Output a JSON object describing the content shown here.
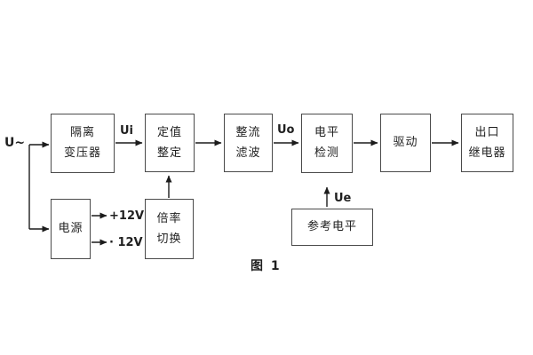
{
  "figure": {
    "caption": "图 1",
    "colors": {
      "background": "#ffffff",
      "box_border": "#4a4a4a",
      "line": "#1c1c1c",
      "text": "#1f1f1f"
    },
    "blocks": {
      "isolation_transformer": {
        "line1": "隔离",
        "line2": "变压器"
      },
      "value_setting": {
        "line1": "定值",
        "line2": "整定"
      },
      "rectifier_filter": {
        "line1": "整流",
        "line2": "滤波"
      },
      "level_detection": {
        "line1": "电平",
        "line2": "检测"
      },
      "drive": {
        "line1": "驱动"
      },
      "output_relay": {
        "line1": "出口",
        "line2": "继电器"
      },
      "power_supply": {
        "line1": "电源"
      },
      "rate_switch": {
        "line1": "倍率",
        "line2": "切换"
      },
      "reference_level": {
        "line1": "参考电平"
      }
    },
    "signals": {
      "input": "U~",
      "ui": "Ui",
      "uo": "Uo",
      "plus_rail": "+12V",
      "minus_rail": "· 12V",
      "ue": "Ue"
    }
  }
}
